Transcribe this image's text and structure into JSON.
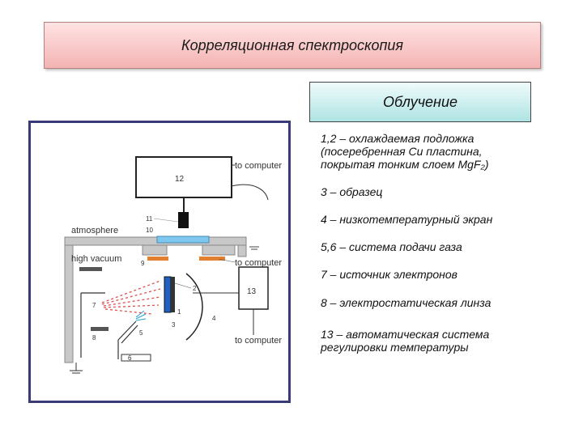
{
  "title": "Корреляционная спектроскопия",
  "subtitle": "Облучение",
  "legend": [
    {
      "line1": "1,2 – охлаждаемая подложка",
      "line2": " (посеребренная Cu пластина,",
      "line3": " покрытая тонким слоем  MgF₂)"
    },
    {
      "line1": "3 – образец"
    },
    {
      "line1": "4 – низкотемпературный экран"
    },
    {
      "line1": "5,6 – система подачи газа"
    },
    {
      "line1": "7 – источник электронов"
    },
    {
      "line1": "8 – электростатическая линза"
    },
    {
      "line1": "13 – автоматическая система",
      "line2": "регулировки температуры"
    }
  ],
  "diagram": {
    "label_to_computer_1": "to computer",
    "label_to_computer_2": "to computer",
    "label_to_computer_3": "to computer",
    "label_atmosphere": "atmosphere",
    "label_high_vacuum": "high vacuum",
    "num_12": "12",
    "num_13": "13",
    "num_11": "11",
    "num_10": "10",
    "num_9": "9",
    "num_2": "2",
    "num_1": "1",
    "num_3": "3",
    "num_4": "4",
    "num_5": "5",
    "num_6": "6",
    "num_7": "7",
    "num_8": "8"
  },
  "colors": {
    "frame": "#3a3a78",
    "title_bg": "#f4b3b3",
    "subtitle_bg": "#aee3e3",
    "window_blue": "#7ec8f0",
    "shield_orange": "#e08030"
  }
}
